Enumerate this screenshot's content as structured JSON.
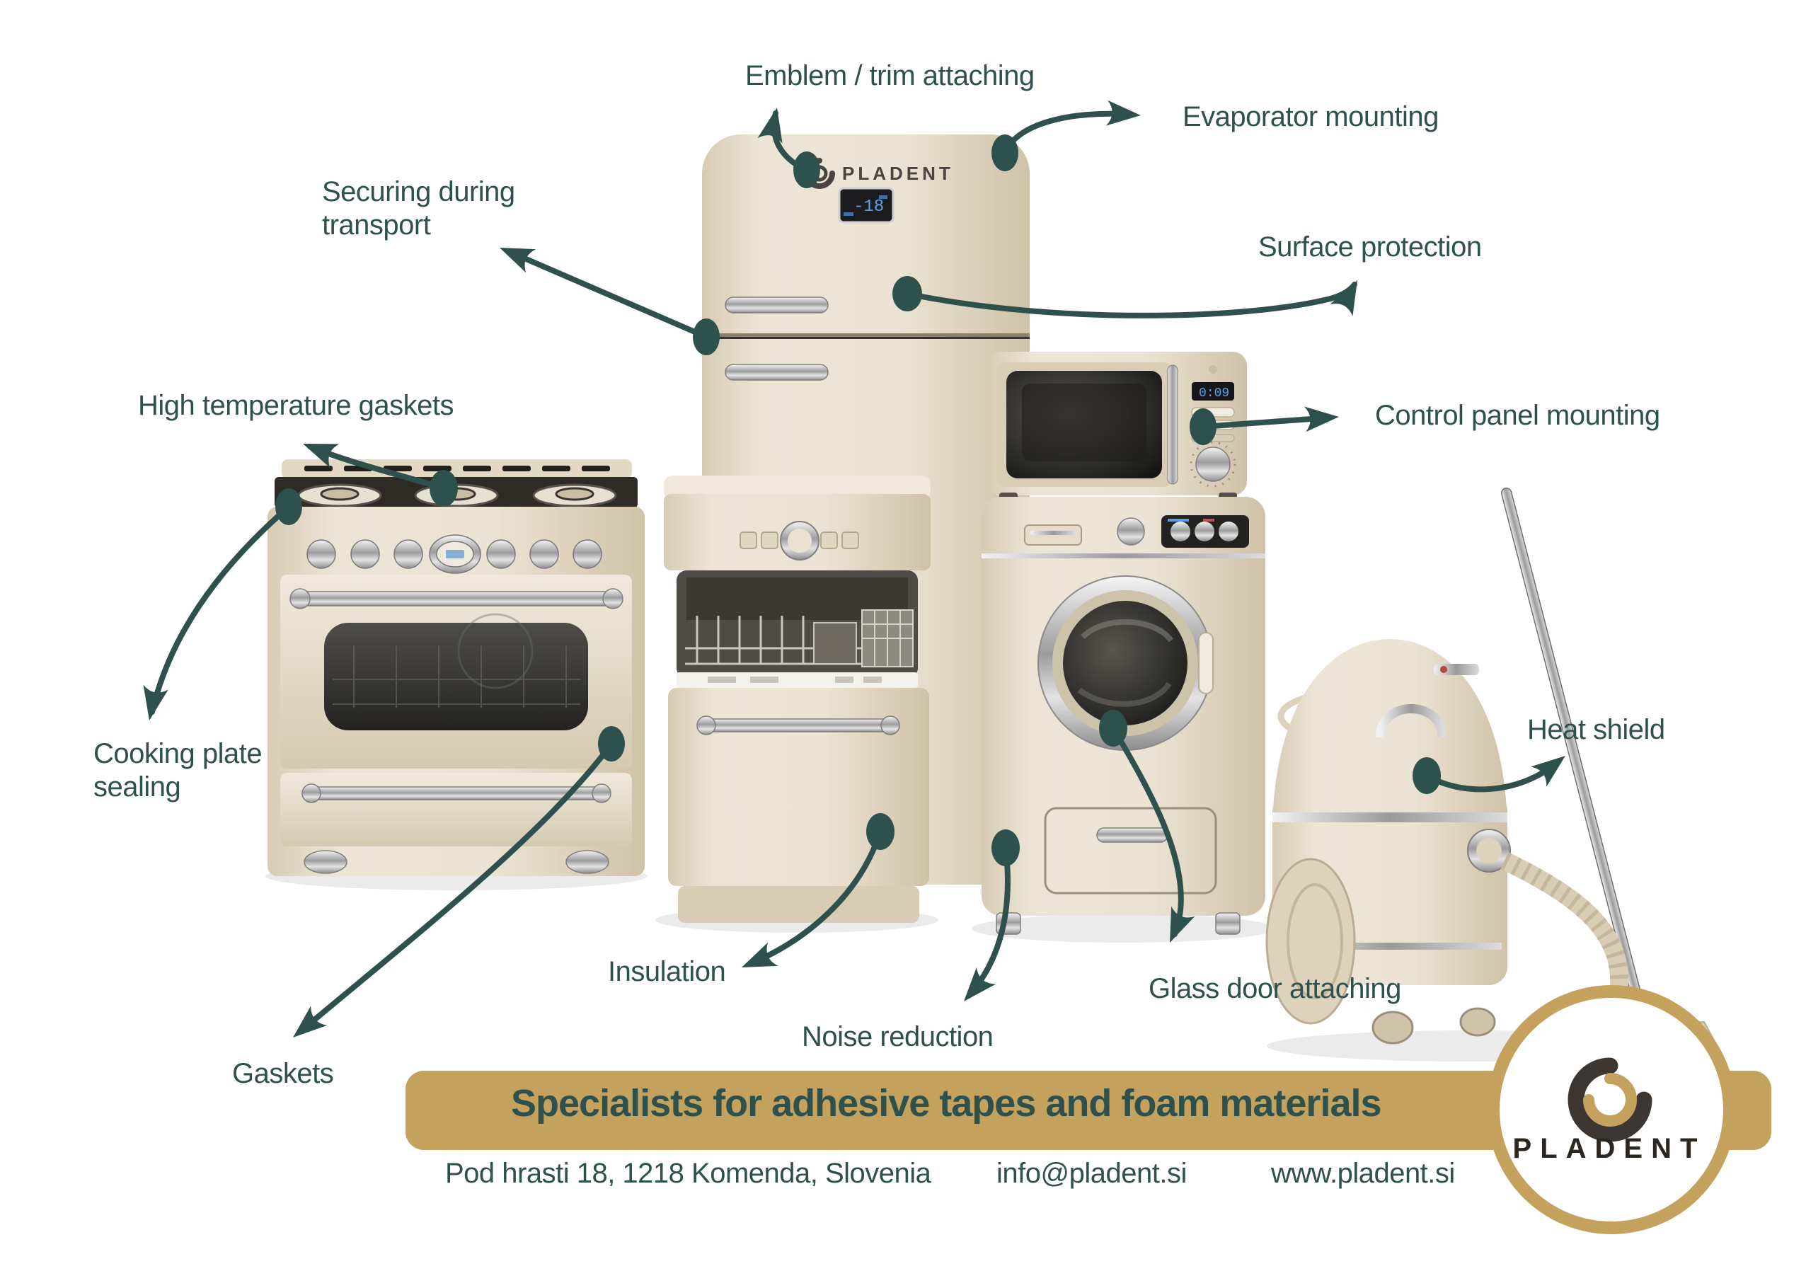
{
  "colors": {
    "teal": "#2f514d",
    "gold": "#c4a25d",
    "cream": "#e9e1d1",
    "cream_dark": "#cfc3aa",
    "charcoal": "#3c3732"
  },
  "callouts": [
    {
      "id": "emblem-trim",
      "label": "Emblem / trim attaching"
    },
    {
      "id": "evaporator",
      "label": "Evaporator mounting"
    },
    {
      "id": "securing",
      "label": "Securing during\ntransport"
    },
    {
      "id": "surface",
      "label": "Surface protection"
    },
    {
      "id": "high-temp",
      "label": "High temperature gaskets"
    },
    {
      "id": "control-panel",
      "label": "Control panel mounting"
    },
    {
      "id": "cooking-plate",
      "label": "Cooking plate\nsealing"
    },
    {
      "id": "heat-shield",
      "label": "Heat shield"
    },
    {
      "id": "insulation",
      "label": "Insulation"
    },
    {
      "id": "noise-reduction",
      "label": "Noise reduction"
    },
    {
      "id": "glass-door",
      "label": "Glass door attaching"
    },
    {
      "id": "gaskets",
      "label": "Gaskets"
    }
  ],
  "banner": {
    "title": "Specialists for adhesive tapes and foam materials",
    "address": "Pod hrasti 18, 1218 Komenda, Slovenia",
    "email": "info@pladent.si",
    "website": "www.pladent.si"
  },
  "brand": {
    "name": "PLADENT",
    "fridge_display": "-18",
    "microwave_display": "0:09"
  }
}
